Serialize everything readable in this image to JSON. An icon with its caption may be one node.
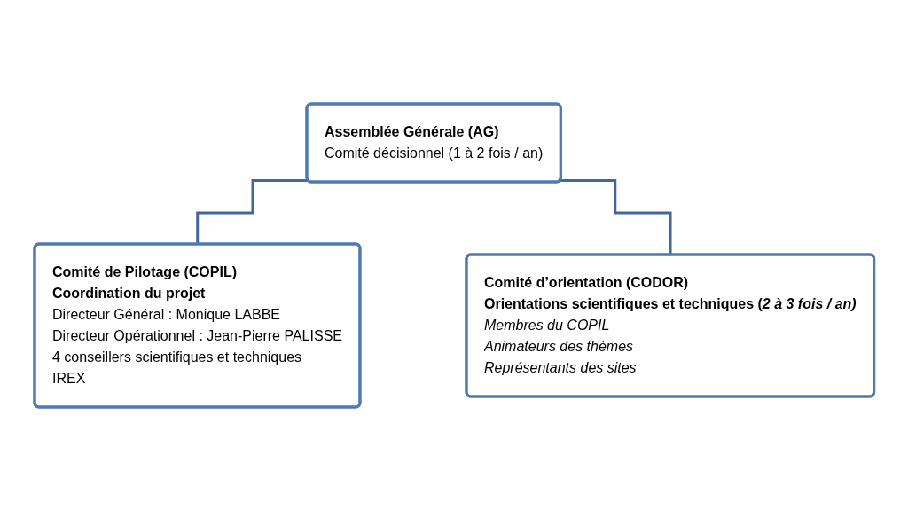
{
  "diagram": {
    "nodes": [
      {
        "text": [
          "Assemblée Générale (AG)",
          "Comité décisionnel (1 à 2 fois / an)"
        ]
      },
      {
        "text": [
          "Comité de Pilotage (COPIL)",
          "Coordination du projet",
          "Directeur Général : Monique LABBE",
          "Directeur Opérationnel : Jean-Pierre PALISSE",
          "4 conseillers scientifiques et techniques",
          "IREX"
        ]
      },
      {
        "text": [
          "Comité d’orientation (CODOR)",
          "Orientations scientifiques et techniques (*2 à 3 fois / an)*",
          "Membres du COPIL",
          "Animateurs des thèmes",
          "Représentants des sites"
        ]
      }
    ],
    "edges": [
      {
        "from": 0,
        "to": 1,
        "arrow": "none"
      },
      {
        "from": 0,
        "to": 2,
        "arrow": "none"
      }
    ]
  }
}
